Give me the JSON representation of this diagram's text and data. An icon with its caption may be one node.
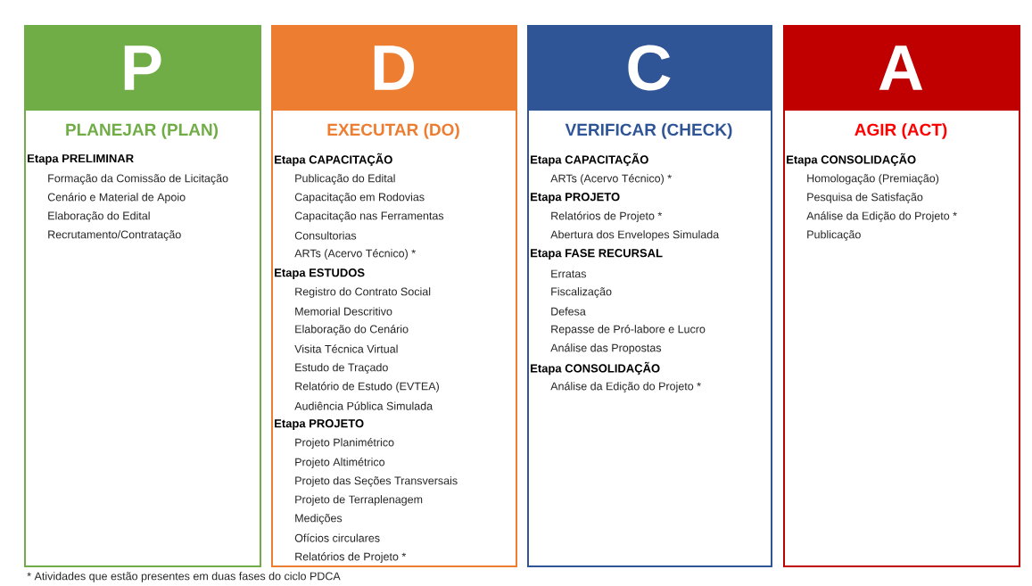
{
  "diagram": {
    "nodes": [
      {
        "text": [
          "P",
          "PLANEJAR (PLAN)",
          "Etapa PRELIMINAR",
          "Formação da Comissão de Licitação",
          "Cenário e Material de Apoio",
          "Elaboração do Edital",
          "Recrutamento/Contratação"
        ]
      },
      {
        "text": [
          "D",
          "EXECUTAR (DO)",
          "Etapa CAPACITAÇÃO",
          "Publicação do Edital",
          "Capacitação em Rodovias",
          "Capacitação nas Ferramentas",
          "Consultorias",
          "ARTs (Acervo Técnico) *",
          "Etapa ESTUDOS",
          "Registro do Contrato Social",
          "Memorial Descritivo",
          "Elaboração do Cenário",
          "Visita Técnica Virtual",
          "Estudo de Traçado",
          "Relatório de Estudo (EVTEA)",
          "Audiência Pública Simulada",
          "Etapa PROJETO",
          "Projeto Planimétrico",
          "Projeto Altimétrico",
          "Projeto das Seções Transversais",
          "Projeto de Terraplenagem",
          "Medições",
          "Ofícios circulares",
          "Relatórios de Projeto *"
        ]
      },
      {
        "text": [
          "C",
          "VERIFICAR (CHECK)",
          "Etapa CAPACITAÇÃO",
          "ARTs (Acervo Técnico) *",
          "Etapa PROJETO",
          "Relatórios de Projeto *",
          "Abertura dos Envelopes Simulada",
          "Etapa FASE RECURSAL",
          "Erratas",
          "Fiscalização",
          "Defesa",
          "Repasse de Pró-labore e Lucro",
          "Análise das Propostas",
          "Etapa CONSOLIDAÇÃO",
          "Análise da Edição do Projeto *"
        ]
      },
      {
        "text": [
          "A",
          "AGIR (ACT)",
          "Etapa CONSOLIDAÇÃO",
          "Homologação (Premiação)",
          "Pesquisa de Satisfação",
          "Análise da Edição do Projeto *",
          "Publicação"
        ]
      }
    ],
    "labels": [
      "* Atividades que estão presentes em duas fases do ciclo PDCA"
    ]
  }
}
